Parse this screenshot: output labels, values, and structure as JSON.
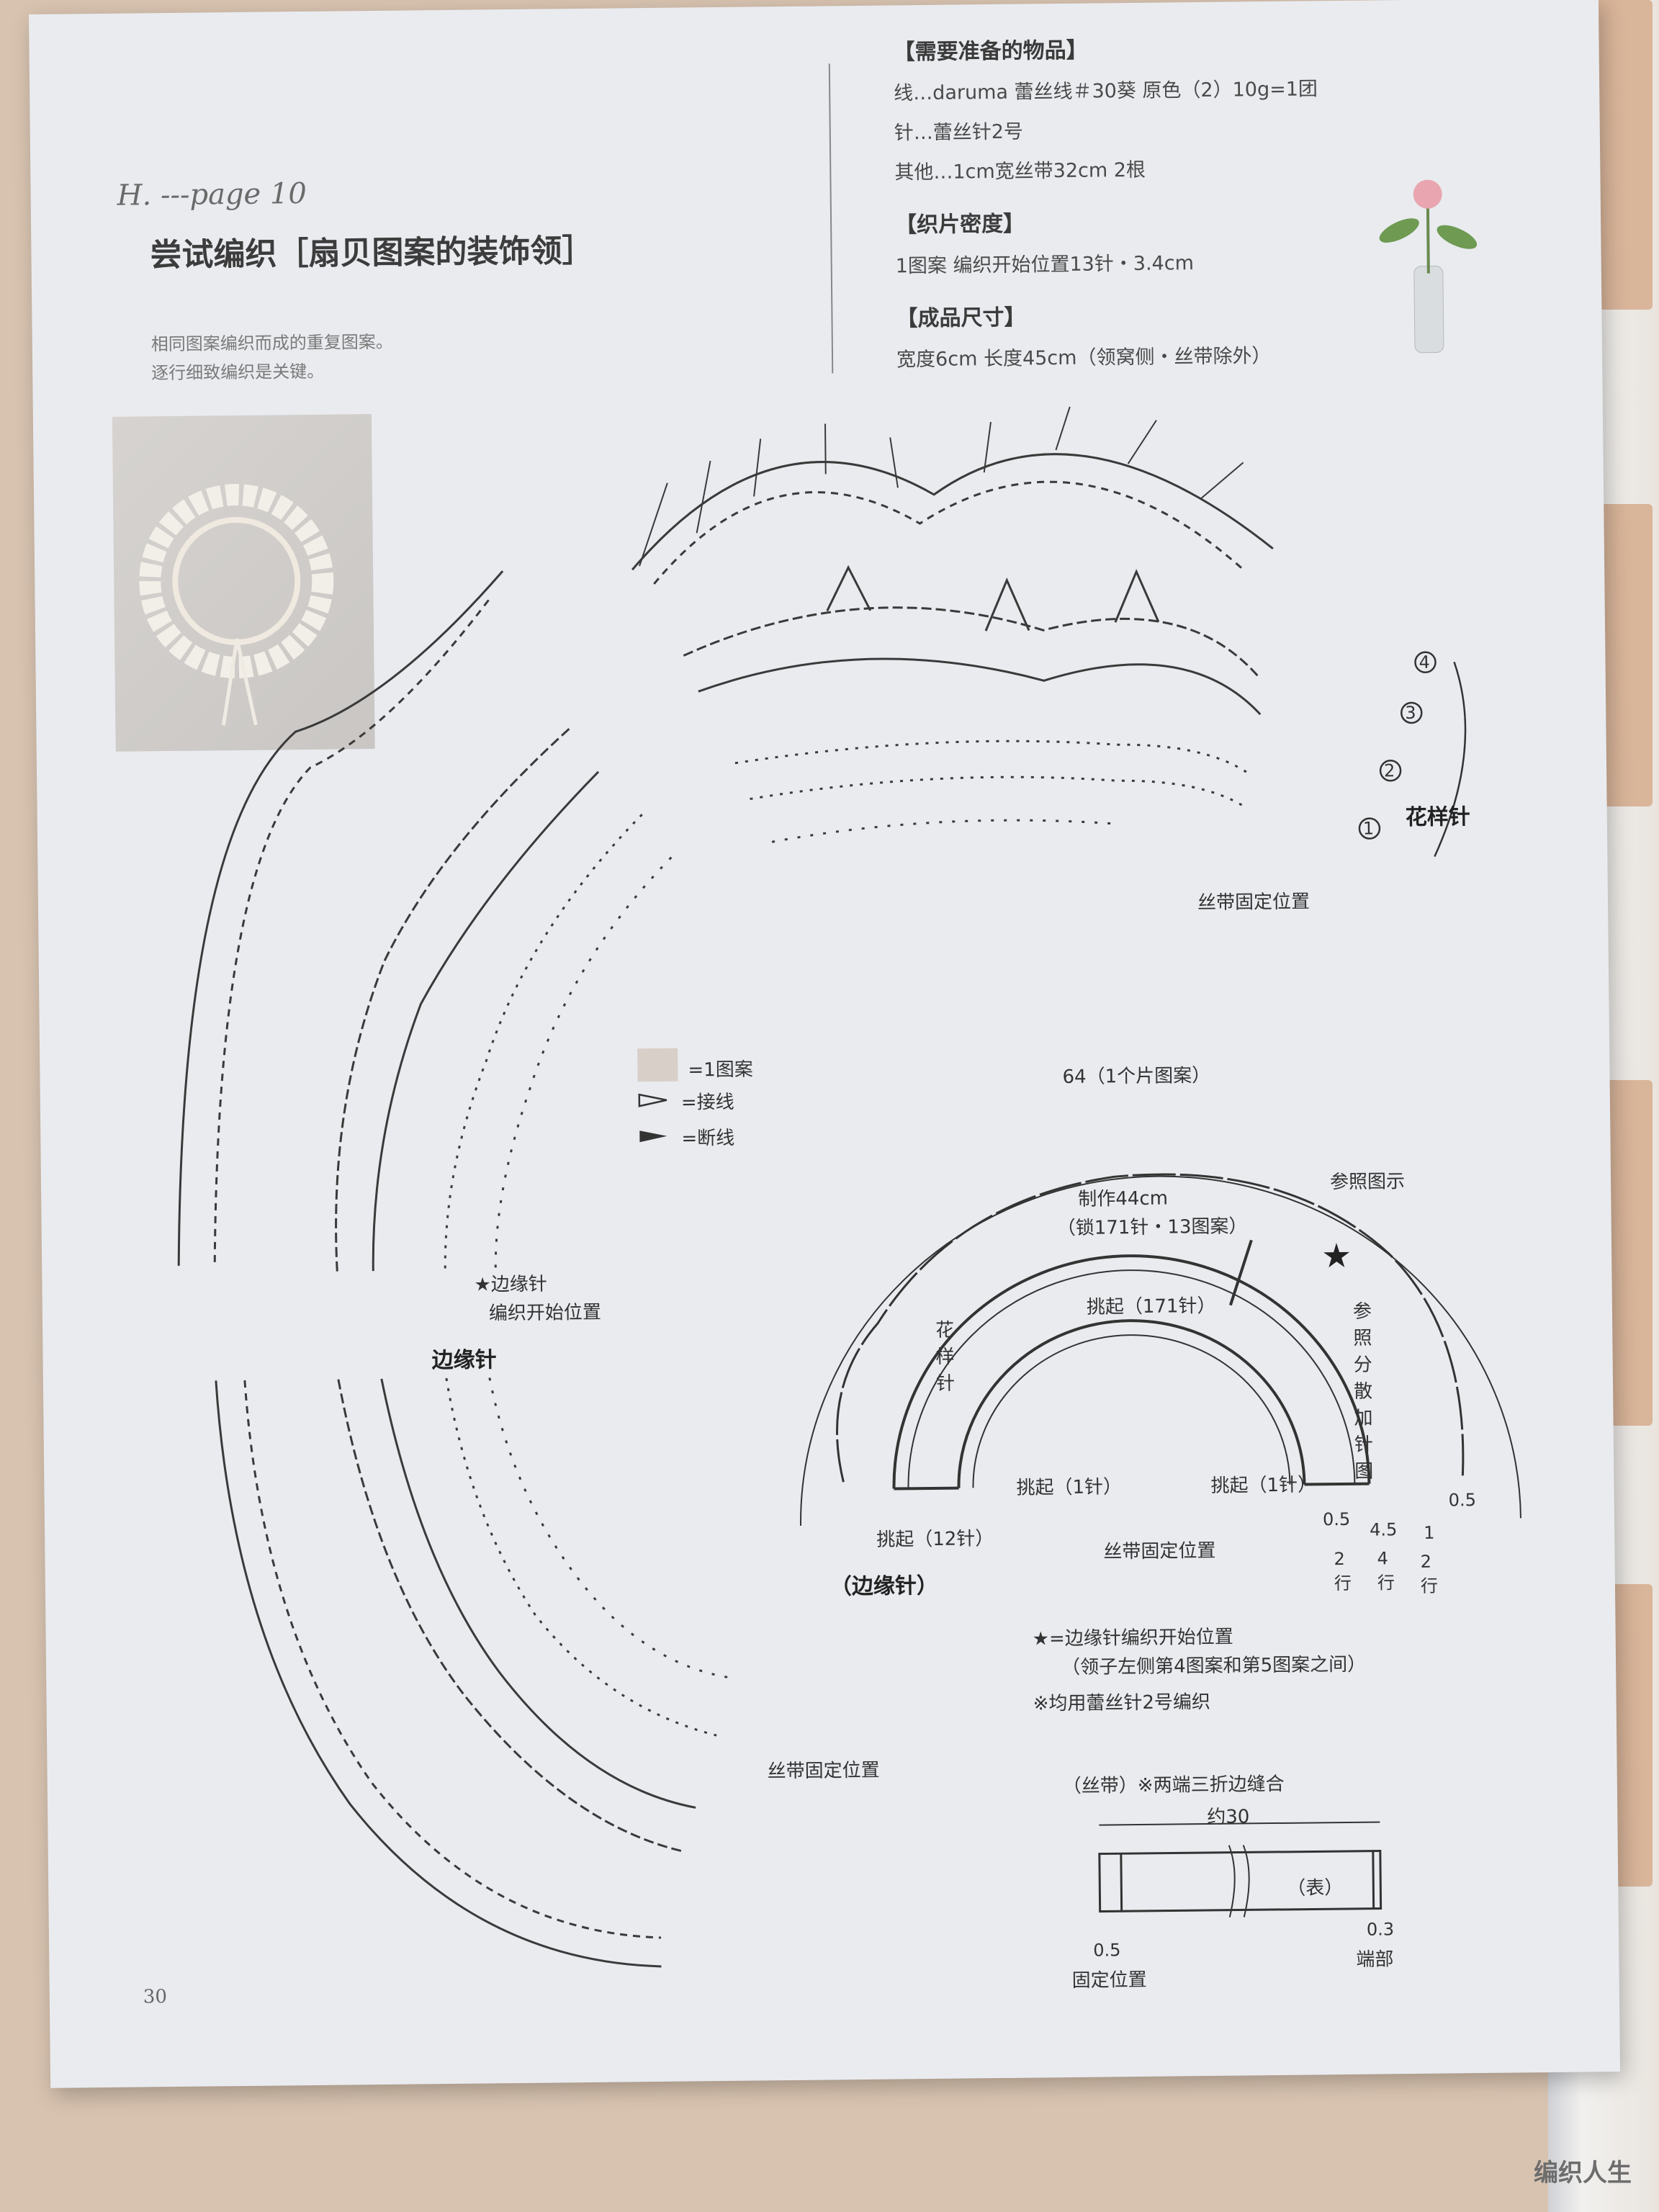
{
  "header": {
    "script_title": "H. ---page 10",
    "main_title": "尝试编织［扇贝图案的装饰领］",
    "subtitle_line1": "相同图案编织而成的重复图案。",
    "subtitle_line2": "逐行细致编织是关键。"
  },
  "materials": {
    "heading": "【需要准备的物品】",
    "line1": "线…daruma 蕾丝线＃30葵  原色（2）10g=1团",
    "line2": "针…蕾丝针2号",
    "line3": "其他…1cm宽丝带32cm  2根"
  },
  "gauge": {
    "heading": "【织片密度】",
    "line1": "1图案  编织开始位置13针・3.4cm"
  },
  "size": {
    "heading": "【成品尺寸】",
    "line1": "宽度6cm  长度45cm（领窝侧・丝带除外）"
  },
  "chart_labels": {
    "pattern_stitch": "花样针",
    "ribbon_pos_top": "丝带固定位置",
    "ribbon_pos_left": "丝带固定位置",
    "edge_stitch": "边缘针",
    "edge_start": "★边缘针",
    "edge_start2": "编织开始位置",
    "row1": "1",
    "row2": "2",
    "row3": "3",
    "row4": "4"
  },
  "legend": {
    "one_pattern": "=1图案",
    "join": "=接线",
    "cut": "=断线"
  },
  "schematic": {
    "top_dim": "64（1个片图案）",
    "ref_chart": "参照图示",
    "make": "制作44cm",
    "make_detail": "（锁171针・13图案）",
    "pickup_main": "挑起（171针）",
    "side_label": "花样针",
    "increase_ref": "参照分散加针图",
    "pickup1_left": "挑起（1针）",
    "pickup1_right": "挑起（1针）",
    "pickup12": "挑起（12针）",
    "edge_label": "（边缘针）",
    "ribbon_pos": "丝带固定位置",
    "dim_05": "0.5",
    "dim_05b": "0.5",
    "dim_45": "4.5",
    "dim_1": "1",
    "rows_2a": "2行",
    "rows_4": "4行",
    "rows_2b": "2行"
  },
  "notes": {
    "star": "★=边缘针编织开始位置",
    "star_detail": "（领子左侧第4图案和第5图案之间）",
    "hook": "※均用蕾丝针2号编织"
  },
  "ribbon": {
    "title": "（丝带）※两端三折边缝合",
    "length": "约30",
    "face": "（表）",
    "dim_left": "0.5",
    "label_left": "固定位置",
    "dim_right": "0.3",
    "label_right": "端部"
  },
  "page_number": "30",
  "watermark": "编织人生"
}
